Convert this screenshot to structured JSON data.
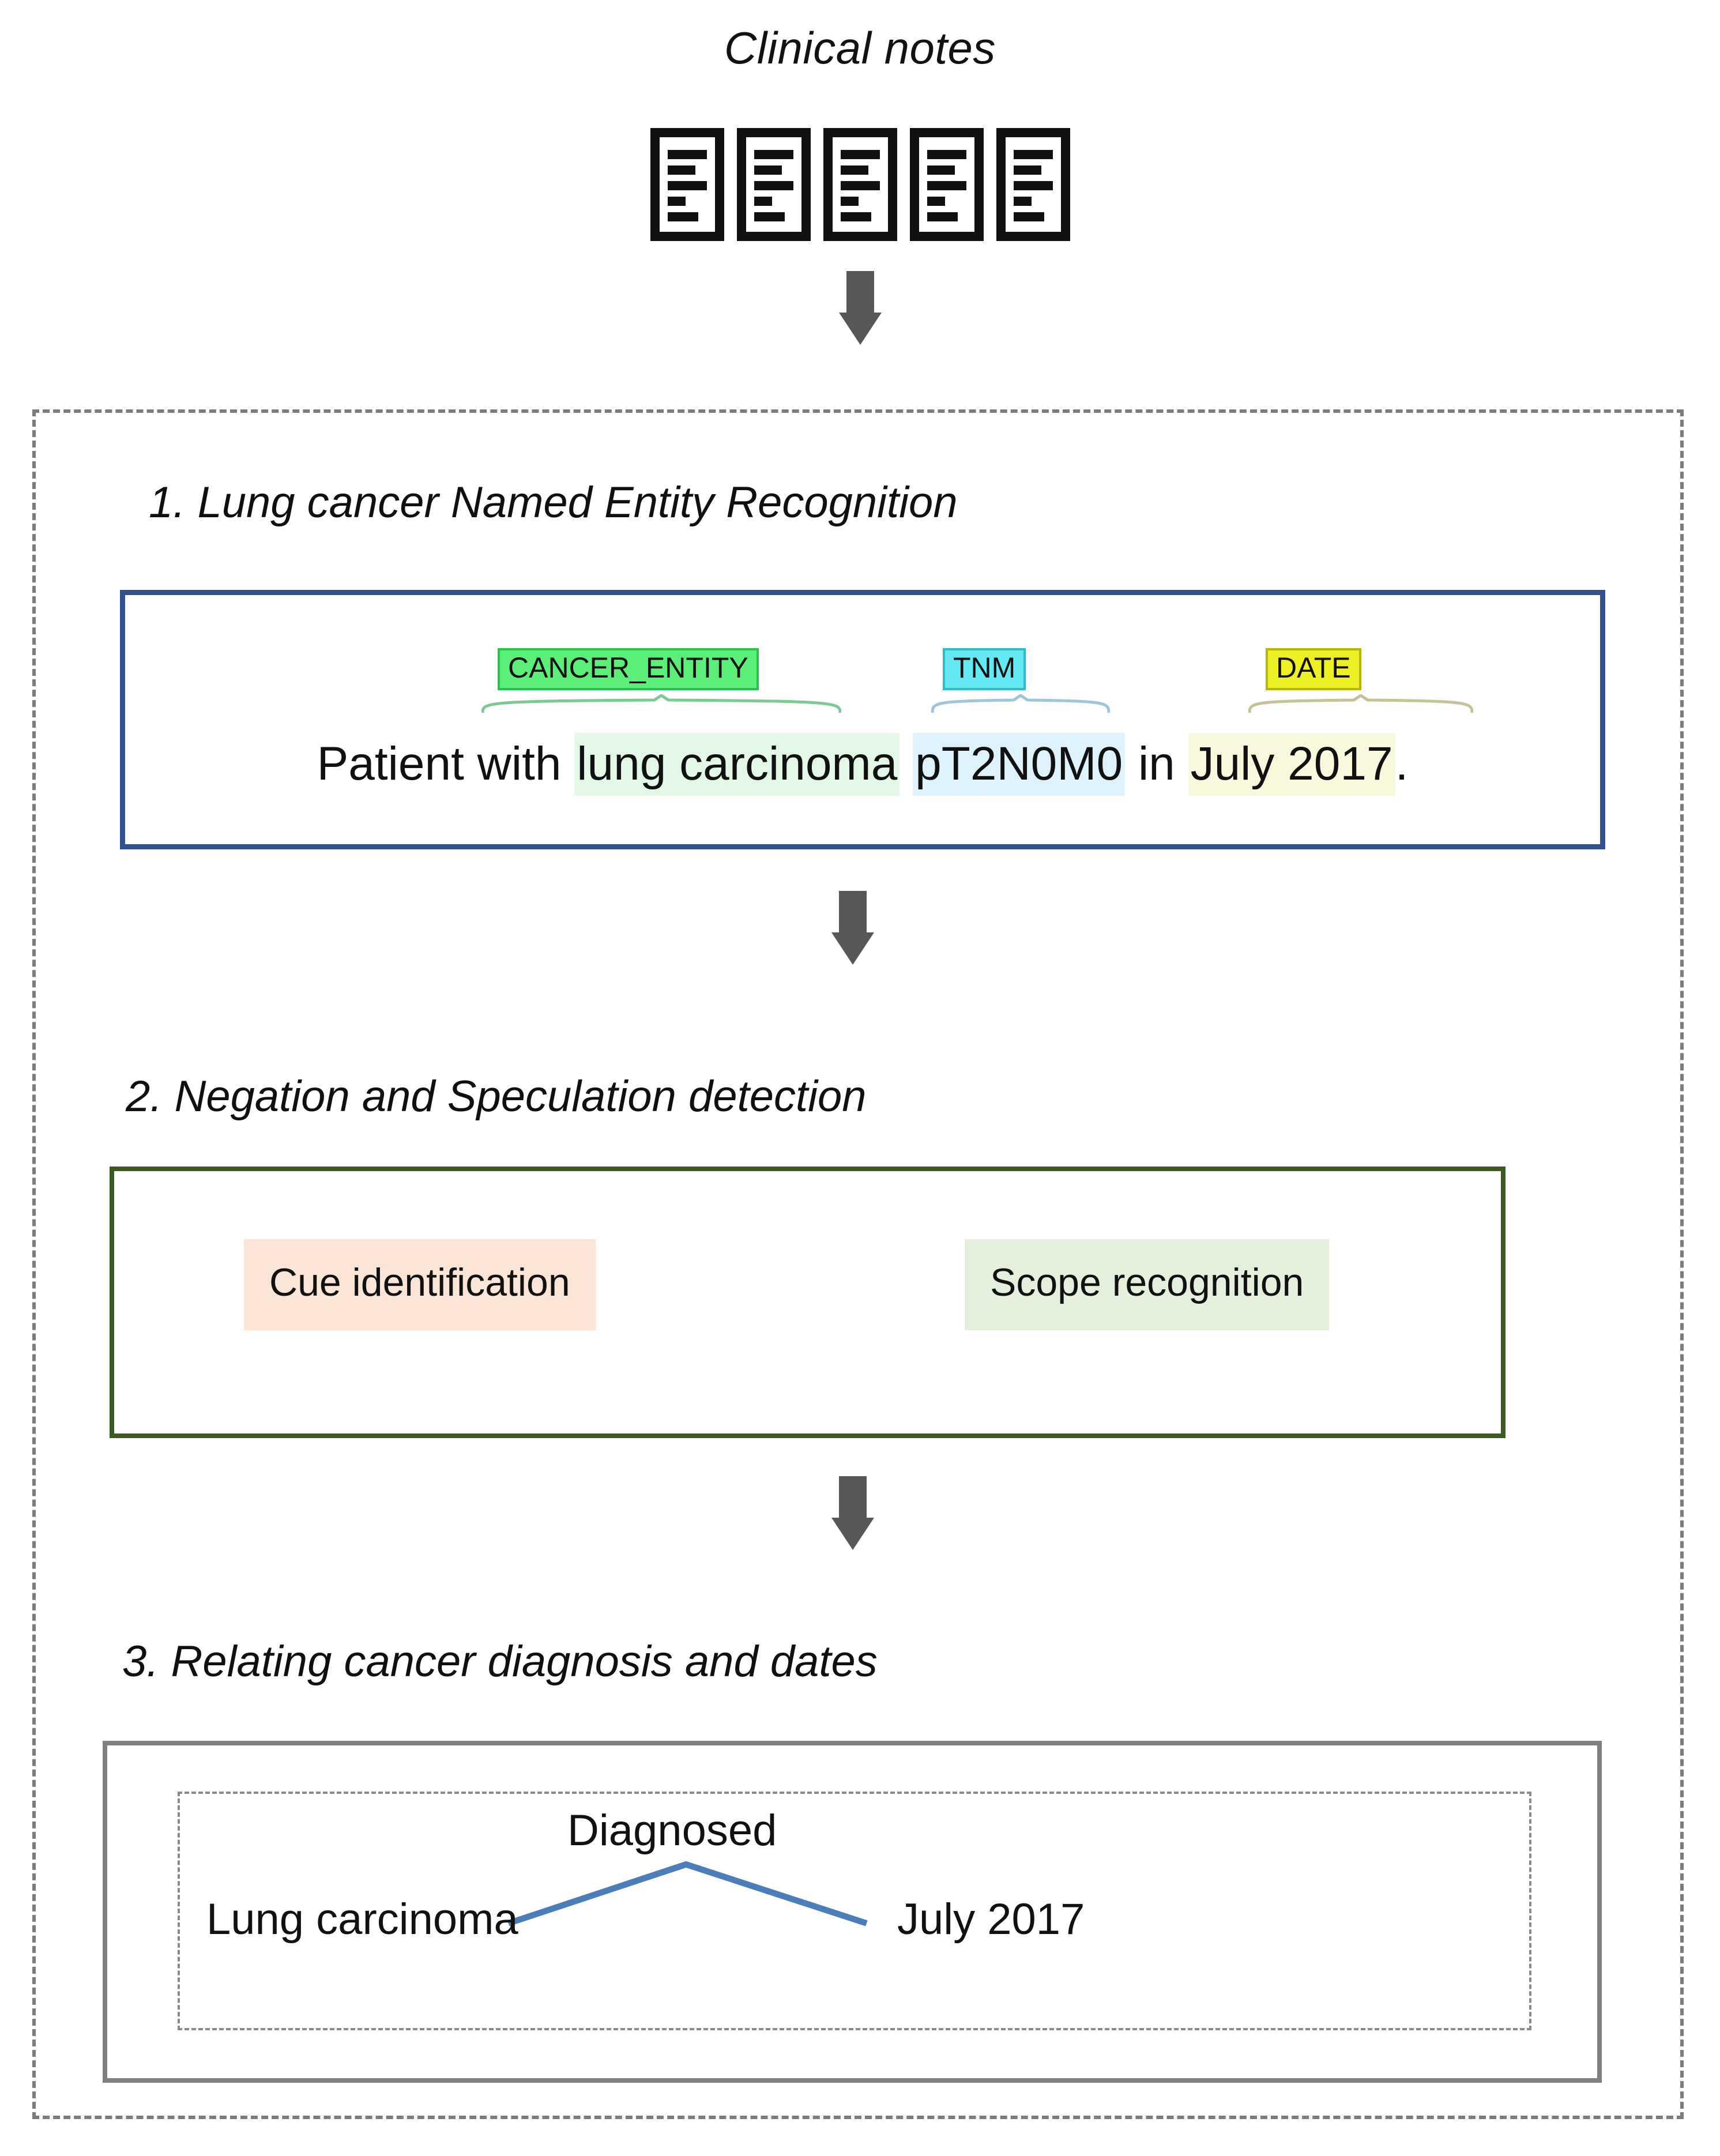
{
  "header": {
    "title": "Clinical notes"
  },
  "notes": {
    "icon_name": "document-icon",
    "count": 5
  },
  "arrows": {
    "icon_name": "down-block-arrow-icon"
  },
  "steps": [
    {
      "id": "ner",
      "heading": "1. Lung cancer Named Entity Recognition",
      "border_color": "#355390",
      "entity_tags": [
        {
          "label": "CANCER_ENTITY",
          "color": "#5bef79",
          "border": "#25c44d"
        },
        {
          "label": "TNM",
          "color": "#63e9f2",
          "border": "#2ebcca"
        },
        {
          "label": "DATE",
          "color": "#eef024",
          "border": "#b5b50c"
        }
      ],
      "sentence": {
        "prefix": "Patient with ",
        "cancer_entity": "lung carcinoma",
        "gap1": " ",
        "tnm": "pT2N0M0",
        "middle": " in ",
        "date": "July 2017",
        "suffix": "."
      }
    },
    {
      "id": "negation",
      "heading": "2. Negation and Speculation detection",
      "border_color": "#3d5a23",
      "chips": [
        {
          "label": "Cue identification",
          "color": "#fbe5d6"
        },
        {
          "label": "Scope recognition",
          "color": "#e4efdc"
        }
      ]
    },
    {
      "id": "relation",
      "heading": "3. Relating cancer diagnosis and dates",
      "border_color": "#7f7f7f",
      "relation": {
        "left_node": "Lung carcinoma",
        "apex_node": "Diagnosed",
        "right_node": "July 2017",
        "line_color": "#4a7ebb"
      }
    }
  ]
}
